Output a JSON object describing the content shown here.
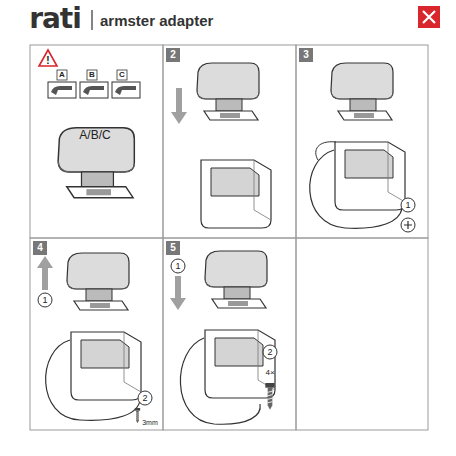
{
  "diagram": {
    "title": "armster adapter",
    "labels": [
      "rati",
      "!",
      "A",
      "B",
      "C",
      "A/B/C",
      "2",
      "3",
      "1",
      "4",
      "1",
      "2",
      "3mm",
      "5",
      "1",
      "2",
      "4×"
    ]
  }
}
